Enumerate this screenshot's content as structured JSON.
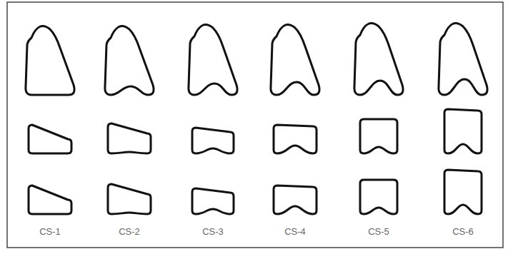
{
  "diagram": {
    "labels": [
      "CS-1",
      "CS-2",
      "CS-3",
      "CS-4",
      "CS-5",
      "CS-6"
    ]
  }
}
